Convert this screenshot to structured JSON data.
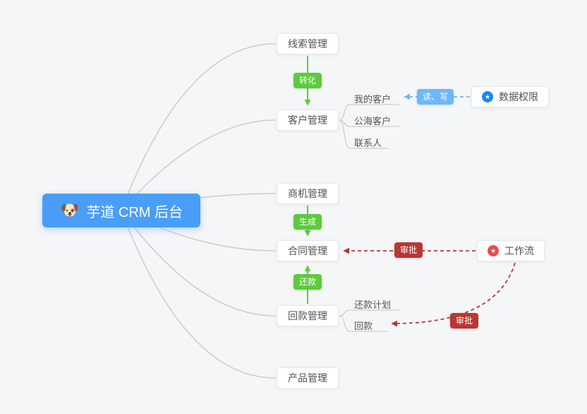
{
  "root": {
    "label": "芋道 CRM 后台",
    "emoji": "🐶"
  },
  "modules": {
    "leads": "线索管理",
    "customers": "客户管理",
    "opportunities": "商机管理",
    "contracts": "合同管理",
    "receivables": "回款管理",
    "products": "产品管理"
  },
  "customer_children": {
    "my_customers": "我的客户",
    "pool_customers": "公海客户",
    "contacts": "联系人"
  },
  "receivable_children": {
    "repayment_plan": "还款计划",
    "receipt": "回款"
  },
  "external": {
    "data_permission": "数据权限",
    "workflow": "工作流"
  },
  "badges": {
    "convert": "转化",
    "generate": "生成",
    "repay": "还款",
    "read_write": "读、写",
    "approve_contract": "审批",
    "approve_receipt": "审批"
  },
  "icons": {
    "star": "★"
  },
  "colors": {
    "root_bg": "#4a9ef8",
    "green": "#5ccb3d",
    "light_blue": "#6db8f8",
    "red": "#b93633",
    "icon_blue": "#1a88f5",
    "icon_red": "#ec4b4b",
    "edge_gray": "#cccccc",
    "background": "#f5f6f7"
  }
}
